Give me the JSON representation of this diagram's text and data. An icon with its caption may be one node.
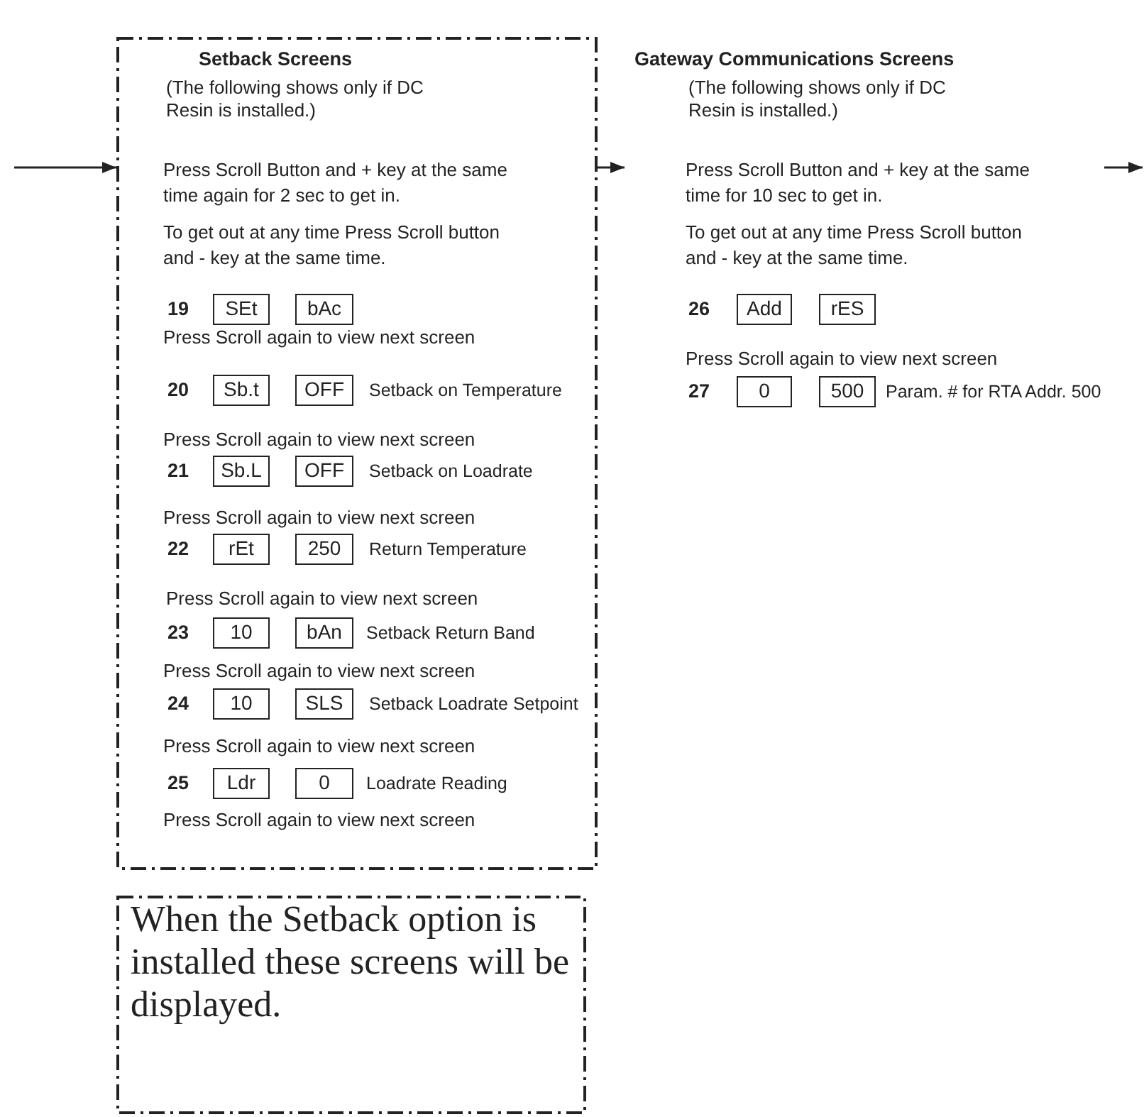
{
  "diagram": {
    "nodes": [
      {
        "text": [
          "Setback Screens",
          "(The following shows only if DC Resin is installed.)",
          "Press Scroll Button and + key at the same time again for 2 sec to get in.",
          "To get out at any time Press Scroll button and - key at the same time.",
          "19",
          "Press Scroll again to view next screen",
          "20",
          "Setback on Temperature",
          "Press Scroll again to view next screen",
          "21",
          "Setback on Loadrate",
          "Press Scroll again to view next screen",
          "22",
          "Return Temperature",
          "Press Scroll again to view next screen",
          "23",
          "Setback Return Band",
          "Press Scroll again to view next screen",
          "24",
          "Setback Loadrate Setpoint",
          "Press Scroll again to view next screen",
          "25",
          "Loadrate Reading",
          "Press Scroll again to view next screen"
        ]
      },
      {
        "text": [
          "SEt"
        ],
        "in": 0
      },
      {
        "text": [
          "bAc"
        ],
        "in": 0
      },
      {
        "text": [
          "Sb.t"
        ],
        "in": 0
      },
      {
        "text": [
          "OFF"
        ],
        "in": 0
      },
      {
        "text": [
          "Sb.L"
        ],
        "in": 0
      },
      {
        "text": [
          "OFF"
        ],
        "in": 0
      },
      {
        "text": [
          "rEt"
        ],
        "in": 0
      },
      {
        "text": [
          "250"
        ],
        "in": 0
      },
      {
        "text": [
          "10"
        ],
        "in": 0
      },
      {
        "text": [
          "bAn"
        ],
        "in": 0
      },
      {
        "text": [
          "10"
        ],
        "in": 0
      },
      {
        "text": [
          "SLS"
        ],
        "in": 0
      },
      {
        "text": [
          "Ldr"
        ],
        "in": 0
      },
      {
        "text": [
          "0"
        ],
        "in": 0
      },
      {
        "text": [
          "Gateway Communications Screens",
          "(The following shows only if DC Resin is installed.)",
          "Press Scroll Button and + key at the same time for 10 sec to get in.",
          "To get out at any time Press Scroll button and - key at the same time.",
          "26",
          "Press Scroll again to view next screen",
          "27",
          "Param. # for RTA Addr. 500"
        ]
      },
      {
        "text": [
          "Add"
        ],
        "in": 15
      },
      {
        "text": [
          "rES"
        ],
        "in": 15
      },
      {
        "text": [
          "0"
        ],
        "in": 15
      },
      {
        "text": [
          "500"
        ],
        "in": 15
      },
      {
        "text": [
          "When the Setback option is installed these screens will be displayed."
        ]
      }
    ],
    "edges": [
      {
        "from": null,
        "to": 0,
        "arrow": "to"
      },
      {
        "from": 0,
        "to": 15,
        "arrow": "to"
      },
      {
        "from": 15,
        "to": null,
        "arrow": "to"
      }
    ]
  }
}
